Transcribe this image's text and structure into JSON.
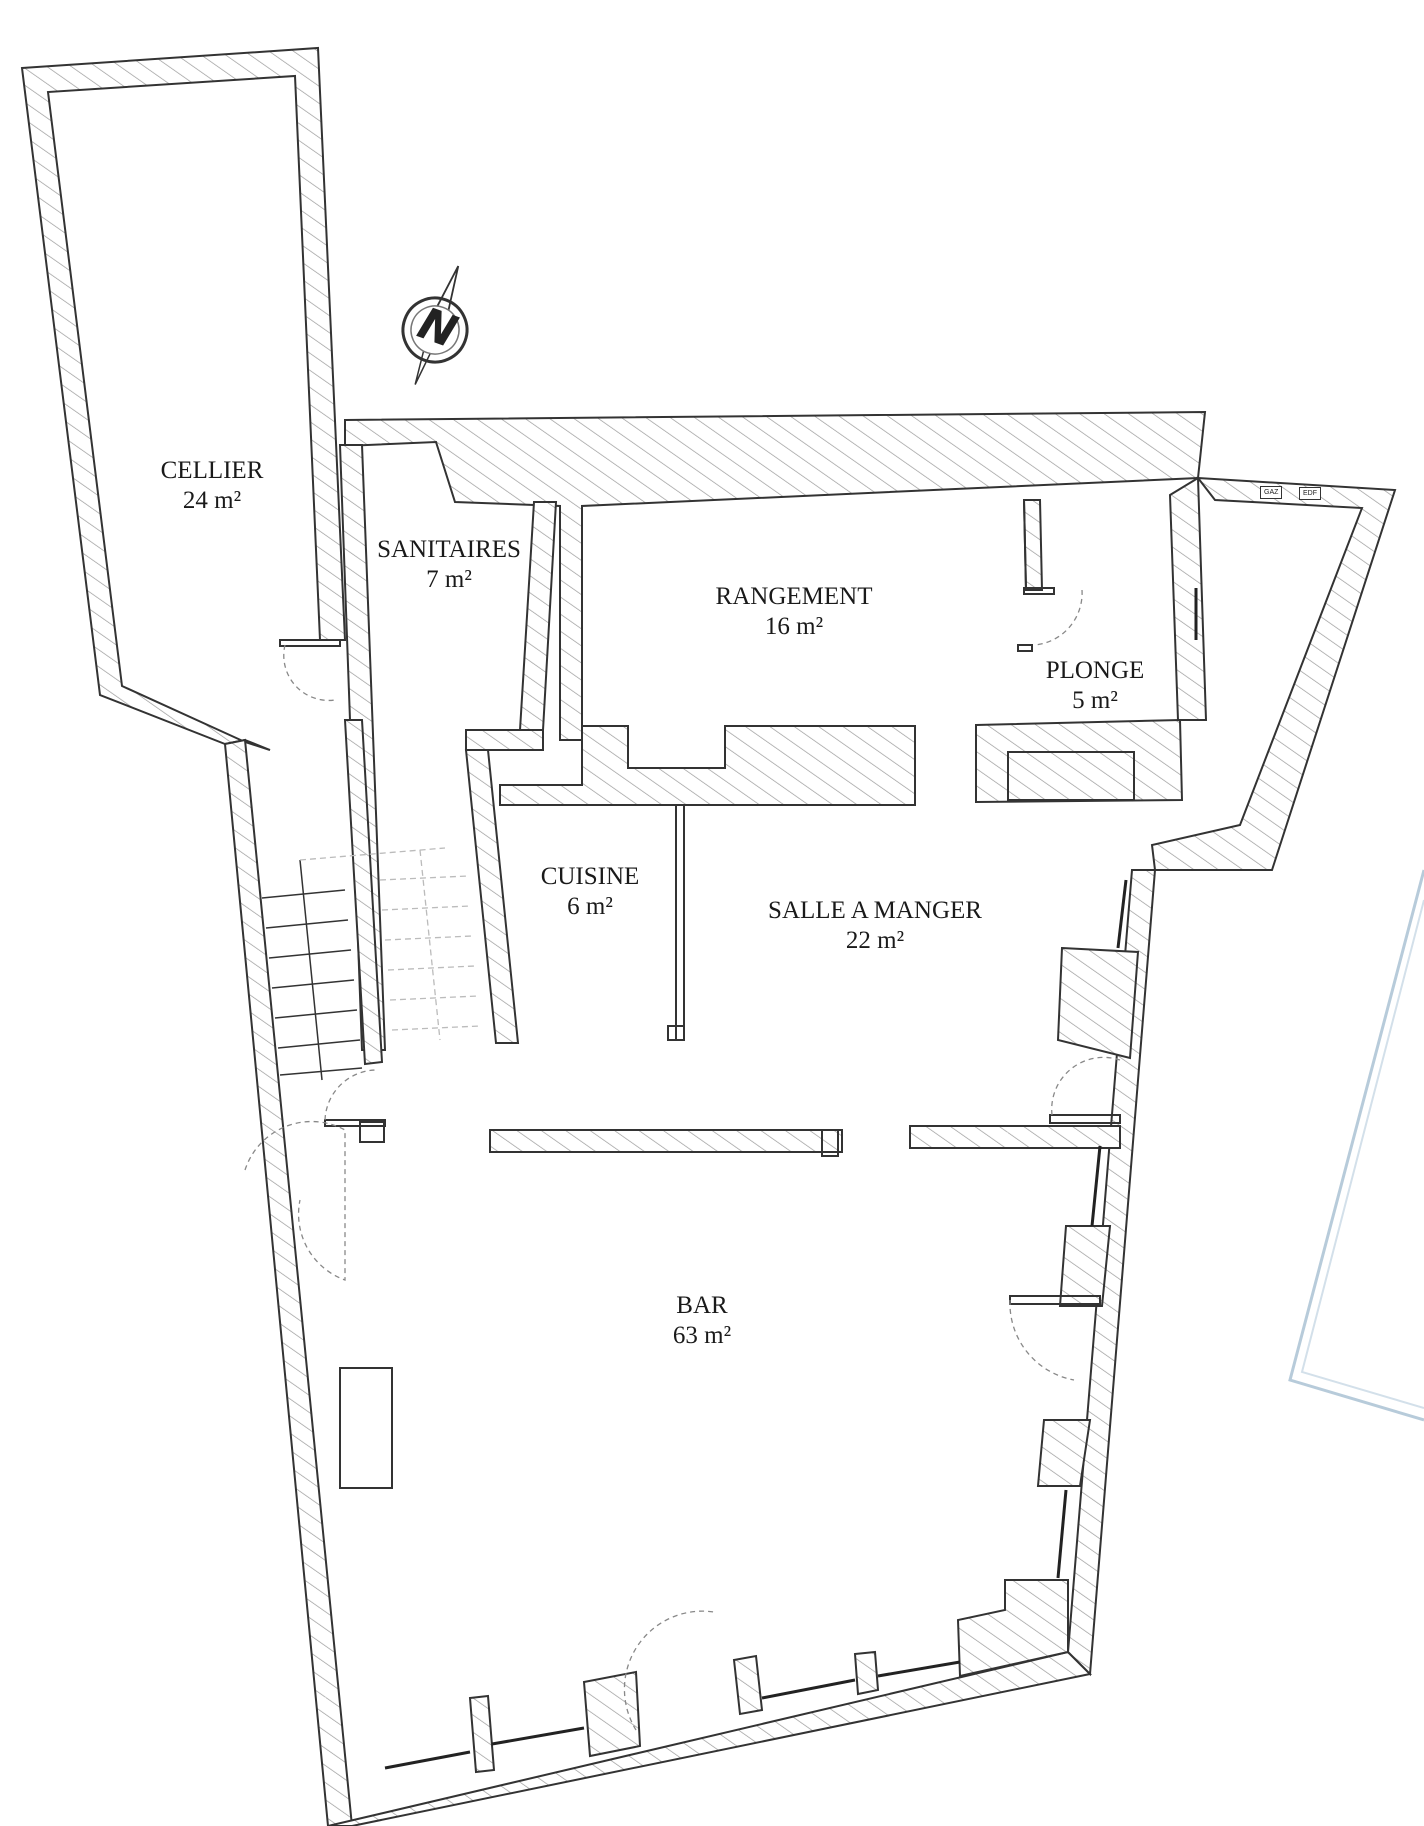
{
  "rooms": [
    {
      "id": "cellier",
      "name": "CELLIER",
      "area": "24 m²"
    },
    {
      "id": "sanitaires",
      "name": "SANITAIRES",
      "area": "7 m²"
    },
    {
      "id": "rangement",
      "name": "RANGEMENT",
      "area": "16 m²"
    },
    {
      "id": "plonge",
      "name": "PLONGE",
      "area": "5 m²"
    },
    {
      "id": "cuisine",
      "name": "CUISINE",
      "area": "6 m²"
    },
    {
      "id": "salle",
      "name": "SALLE A MANGER",
      "area": "22 m²"
    },
    {
      "id": "bar",
      "name": "BAR",
      "area": "63 m²"
    }
  ],
  "compass": {
    "letter": "N"
  },
  "meters": [
    {
      "id": "gaz",
      "label": "GAZ"
    },
    {
      "id": "edf",
      "label": "EDF"
    }
  ],
  "colors": {
    "wall_stroke": "#333333",
    "hatch": "#9a9a9a",
    "background_grid": "#a8bfd0"
  }
}
